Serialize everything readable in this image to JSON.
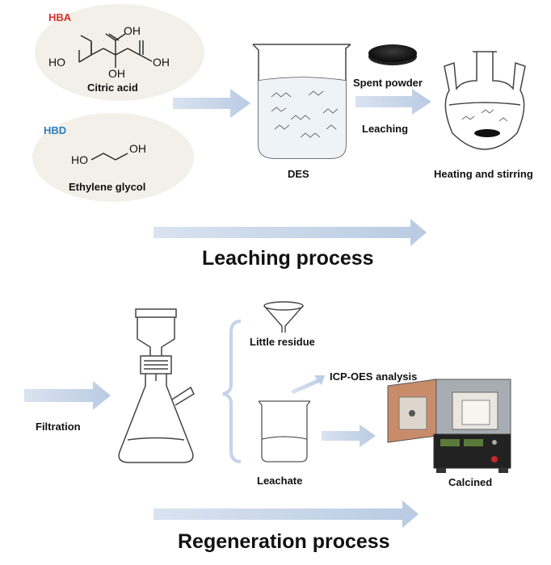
{
  "components": {
    "hba_tag": "HBA",
    "hbd_tag": "HBD",
    "citric_acid": "Citric acid",
    "citric_acid_groups": {
      "oh_top": "OH",
      "oh_mid": "OH",
      "ho_left": "HO",
      "oh_right": "OH"
    },
    "ethylene_glycol": "Ethylene glycol",
    "ethylene_glycol_groups": {
      "ho": "HO",
      "oh": "OH"
    }
  },
  "leaching": {
    "des_label": "DES",
    "spent_powder_label": "Spent powder",
    "leaching_label": "Leaching",
    "heating_label": "Heating and stirring",
    "section_title": "Leaching process"
  },
  "regeneration": {
    "filtration_label": "Filtration",
    "little_residue_label": "Little residue",
    "icp_label": "ICP-OES analysis",
    "leachate_label": "Leachate",
    "calcined_label": "Calcined",
    "section_title": "Regeneration process"
  },
  "colors": {
    "hba": "#d6312b",
    "hbd": "#2d7fc1",
    "arrow": "#c9d7ea",
    "bubble": "#f1efe6",
    "furnace_body": "#9aa0a6",
    "furnace_door": "#c98a6a"
  }
}
